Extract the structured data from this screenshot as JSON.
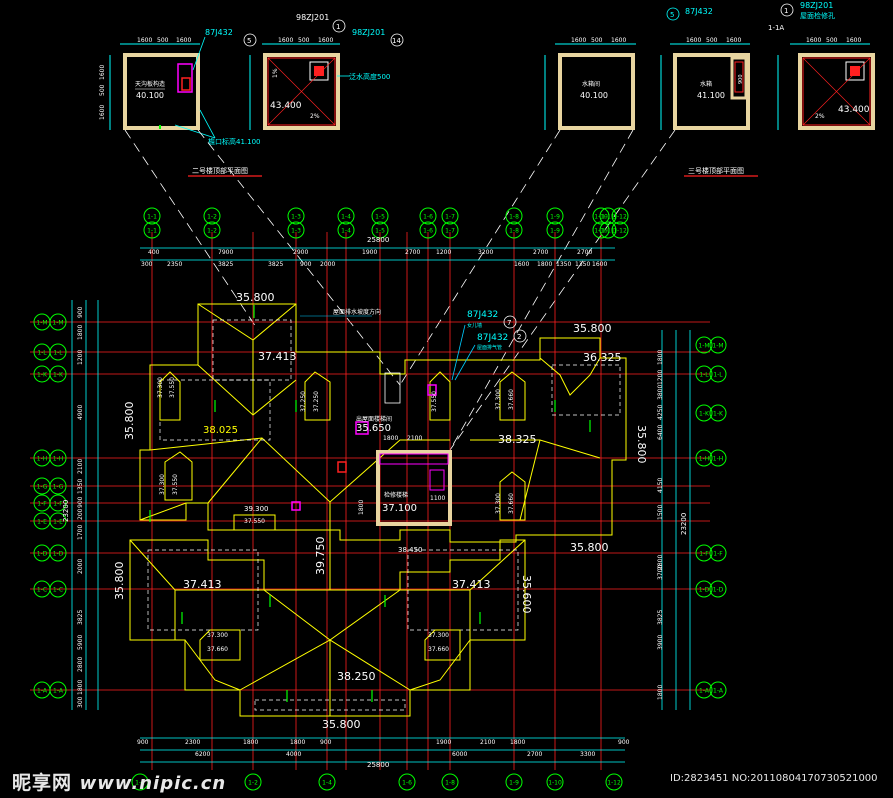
{
  "drawing": {
    "colors": {
      "background": "#000000",
      "axis": "#ff2020",
      "roof": "#ffff00",
      "grid_bubble": "#00ff00",
      "dim": "#00ffff",
      "text": "#ffffff",
      "wall": "#e8d5a0",
      "hatch": "#ff00ff",
      "leader": "#00ccff"
    },
    "details_left": {
      "title": "二号楼顶部平面图",
      "detail1": {
        "elev": "40.100",
        "label": "天沟板构造",
        "ref": "87J432",
        "ref_num": "5",
        "dims_top": [
          "1600",
          "500",
          "1600"
        ],
        "dims_side": [
          "1600",
          "500",
          "1600"
        ]
      },
      "detail2": {
        "elev": "43.400",
        "ref": "98ZJ201",
        "ref_num": "1",
        "ref2": "98ZJ201",
        "ref2_num": "14",
        "note": "泛水高度500",
        "dims_top": [
          "1600",
          "500",
          "1600"
        ],
        "slope": "1%",
        "slope2": "2%"
      },
      "leader_note": "檐口标高41.100"
    },
    "details_right": {
      "title": "三号楼顶部平面图",
      "detail1": {
        "elev": "40.100",
        "label": "水箱间",
        "dims_top": [
          "1600",
          "500",
          "1600"
        ]
      },
      "detail2": {
        "elev": "41.100",
        "label": "水箱",
        "ref": "87J432",
        "ref_num": "5",
        "dims_top": [
          "1600",
          "500",
          "1600"
        ],
        "dims_inner": "900"
      },
      "detail3": {
        "elev": "43.400",
        "ref": "98ZJ201",
        "ref_num": "1",
        "ref_top": "1-1A",
        "note": "屋面检修孔",
        "dims_top": [
          "1600",
          "500",
          "1600"
        ],
        "slope": "2%"
      }
    },
    "top_axis_labels": [
      "1-1",
      "1-2",
      "1-3",
      "1-4",
      "1-5",
      "1-6",
      "1-7",
      "1-8",
      "1-9",
      "1-10",
      "1-11",
      "1-12"
    ],
    "top_dims_row1": [
      "400",
      "7900",
      "2900",
      "1900",
      "2700",
      "1200",
      "3200",
      "2700",
      "2700"
    ],
    "top_dims_total": "25800",
    "top_dims_row2": [
      "300",
      "2350",
      "3825",
      "3825",
      "900",
      "2000",
      "1600",
      "1800",
      "1350",
      "1350",
      "1600"
    ],
    "bottom_dims_row1": [
      "900",
      "2300",
      "1800",
      "1800",
      "900",
      "1900",
      "2100",
      "1800",
      "900"
    ],
    "bottom_dims_row2": [
      "6200",
      "4000",
      "6000",
      "2700",
      "3300"
    ],
    "bottom_dims_total": "25800",
    "bottom_axis_labels": [
      "1-1",
      "1-2",
      "1-4",
      "1-6",
      "1-8",
      "1-9",
      "1-10",
      "1-12"
    ],
    "left_axis_labels": [
      "1-M",
      "1-L",
      "1-K",
      "1-H",
      "1-G",
      "1-F",
      "1-E",
      "1-D",
      "1-C",
      "1-A"
    ],
    "right_axis_labels": [
      "1-M",
      "1-L",
      "1-K",
      "1-H",
      "1-F",
      "1-D",
      "1-A"
    ],
    "left_dims": [
      "900",
      "1800",
      "1200",
      "4900",
      "2100",
      "1350",
      "900",
      "200",
      "1700",
      "2000",
      "3825",
      "5900",
      "2800",
      "1800",
      "300"
    ],
    "left_total": "23200",
    "right_dims": [
      "1800",
      "1200",
      "3800",
      "4250",
      "6400",
      "4150",
      "1500",
      "2800",
      "3700",
      "3825",
      "3900",
      "1800"
    ],
    "right_total": "23200",
    "elevations": {
      "ridge_tl": "35.800",
      "ridge_tr": "35.800",
      "ridge_br": "35.800",
      "ridge_b": "35.800",
      "roof_a": "37.413",
      "roof_b": "37.413",
      "roof_c": "37.413",
      "roof_r": "36.325",
      "main_ridge": "38.025",
      "center_ridge": "38.325",
      "bottom_ridge": "38.250",
      "center_v": "39.750",
      "left_v": "35.800",
      "right_v": "35.800",
      "right_v2": "35.600",
      "stair_top": "35.650",
      "stair_base": "37.100",
      "under": "38.450",
      "center_lbl": "39.300",
      "sky1": "37.300",
      "sky1b": "37.550",
      "sky2": "37.300",
      "sky2b": "37.550",
      "sky3": "37.300",
      "sky3b": "37.660",
      "sky4": "37.300",
      "sky4b": "37.660",
      "sky5": "37.250",
      "sky6": "37.250",
      "sky7": "37.550",
      "sky8": "37.300",
      "sky8b": "37.660",
      "v_left": "37.300",
      "v_left2": "37.660"
    },
    "callouts": {
      "ref1": "87J432",
      "ref1_num": "7",
      "ref2": "87J432",
      "ref2_num": "2",
      "ref_note1": "女儿墙",
      "ref_note2": "屋面排气管",
      "note_top": "屋面排水坡度方向",
      "stair_label": "出屋面楼梯间",
      "stair_label2": "检修楼梯",
      "dim_1800": "1800",
      "dim_2100": "2100",
      "dim_1100": "1100",
      "dim_1800b": "1800"
    }
  },
  "watermark": {
    "brand": "昵享网",
    "site": "www.nipic.cn",
    "id": "ID:2823451 NO:20110804170730521000"
  }
}
